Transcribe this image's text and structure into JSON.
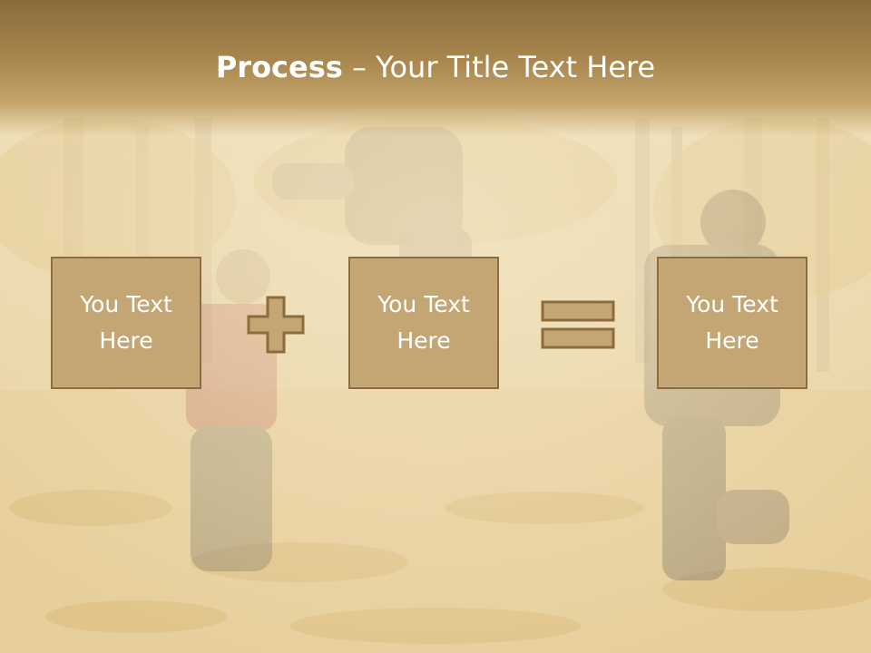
{
  "title": {
    "bold": "Process",
    "rest": " – Your Title Text Here"
  },
  "boxes": [
    {
      "text": "You Text Here"
    },
    {
      "text": "You Text Here"
    },
    {
      "text": "You Text Here"
    }
  ],
  "operators": [
    "plus-icon",
    "equals-icon"
  ],
  "colors": {
    "title_band": "#8a6c3c",
    "box_fill": "#c3a674",
    "box_border": "#8c6c3e",
    "text": "#ffffff"
  }
}
